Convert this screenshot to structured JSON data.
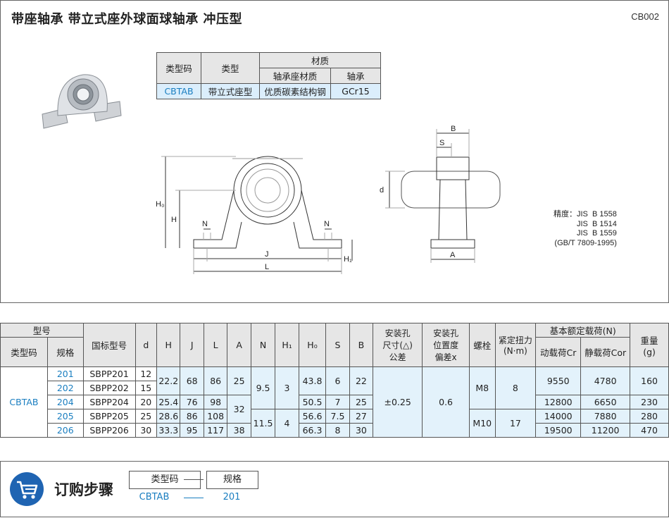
{
  "header": {
    "title": "带座轴承 带立式座外球面球轴承 冲压型",
    "code": "CB002"
  },
  "material_table": {
    "h_type_code": "类型码",
    "h_type": "类型",
    "h_material": "材质",
    "h_seat_material": "轴承座材质",
    "h_bearing": "轴承",
    "row": {
      "type_code": "CBTAB",
      "type": "带立式座型",
      "seat_material": "优质碳素结构钢",
      "bearing": "GCr15"
    }
  },
  "drawing": {
    "labels": {
      "H0": "H₀",
      "H": "H",
      "N_left": "N",
      "N_right": "N",
      "J": "J",
      "L": "L",
      "H1": "H₁",
      "B": "B",
      "S": "S",
      "d": "d",
      "A": "A"
    },
    "notes": [
      "精度：JIS  B 1558",
      "JIS  B 1514",
      "JIS  B 1559",
      "(GB/T 7809-1995)"
    ]
  },
  "spec_table": {
    "headers": {
      "model": "型号",
      "type_code": "类型码",
      "size": "规格",
      "national": "国标型号",
      "d": "d",
      "H": "H",
      "J": "J",
      "L": "L",
      "A": "A",
      "N": "N",
      "H1": "H₁",
      "H0": "H₀",
      "S": "S",
      "B": "B",
      "tol": "安装孔\n尺寸(△)\n公差",
      "pos": "安装孔\n位置度\n偏差x",
      "bolt": "螺栓",
      "torque": "紧定扭力\n(N·m)",
      "load": "基本额定载荷(N)",
      "cr": "动载荷Cr",
      "cor": "静载荷Cor",
      "weight": "重量\n(g)"
    },
    "type_code": "CBTAB",
    "rows": [
      {
        "size": "201",
        "nat": "SBPP201",
        "d": "12",
        "H0": "43.8",
        "S": "6",
        "B": "22",
        "cr": "9550",
        "cor": "4780",
        "w": "160"
      },
      {
        "size": "202",
        "nat": "SBPP202",
        "d": "15",
        "cr": "",
        "cor": "",
        "w": ""
      },
      {
        "size": "204",
        "nat": "SBPP204",
        "d": "20",
        "H": "25.4",
        "J": "76",
        "L": "98",
        "H0": "50.5",
        "S": "7",
        "B": "25",
        "cr": "12800",
        "cor": "6650",
        "w": "230"
      },
      {
        "size": "205",
        "nat": "SBPP205",
        "d": "25",
        "H": "28.6",
        "J": "86",
        "L": "108",
        "H0": "56.6",
        "S": "7.5",
        "B": "27",
        "cr": "14000",
        "cor": "7880",
        "w": "280"
      },
      {
        "size": "206",
        "nat": "SBPP206",
        "d": "30",
        "H": "33.3",
        "J": "95",
        "L": "117",
        "A": "38",
        "H0": "66.3",
        "S": "8",
        "B": "30",
        "cr": "19500",
        "cor": "11200",
        "w": "470"
      }
    ],
    "merged": {
      "H_201_202": "22.2",
      "J_201_202": "68",
      "L_201_202": "86",
      "A_201_202": "25",
      "A_204_205": "32",
      "N_201_204": "9.5",
      "N_205_206": "11.5",
      "H1_201_204": "3",
      "H1_205_206": "4",
      "tol": "±0.25",
      "pos": "0.6",
      "bolt_201_204": "M8",
      "bolt_205_206": "M10",
      "torque_201_204": "8",
      "torque_205_206": "17"
    }
  },
  "order": {
    "title": "订购步骤",
    "box1": "类型码",
    "box2": "规格",
    "val1": "CBTAB",
    "val2": "201"
  }
}
